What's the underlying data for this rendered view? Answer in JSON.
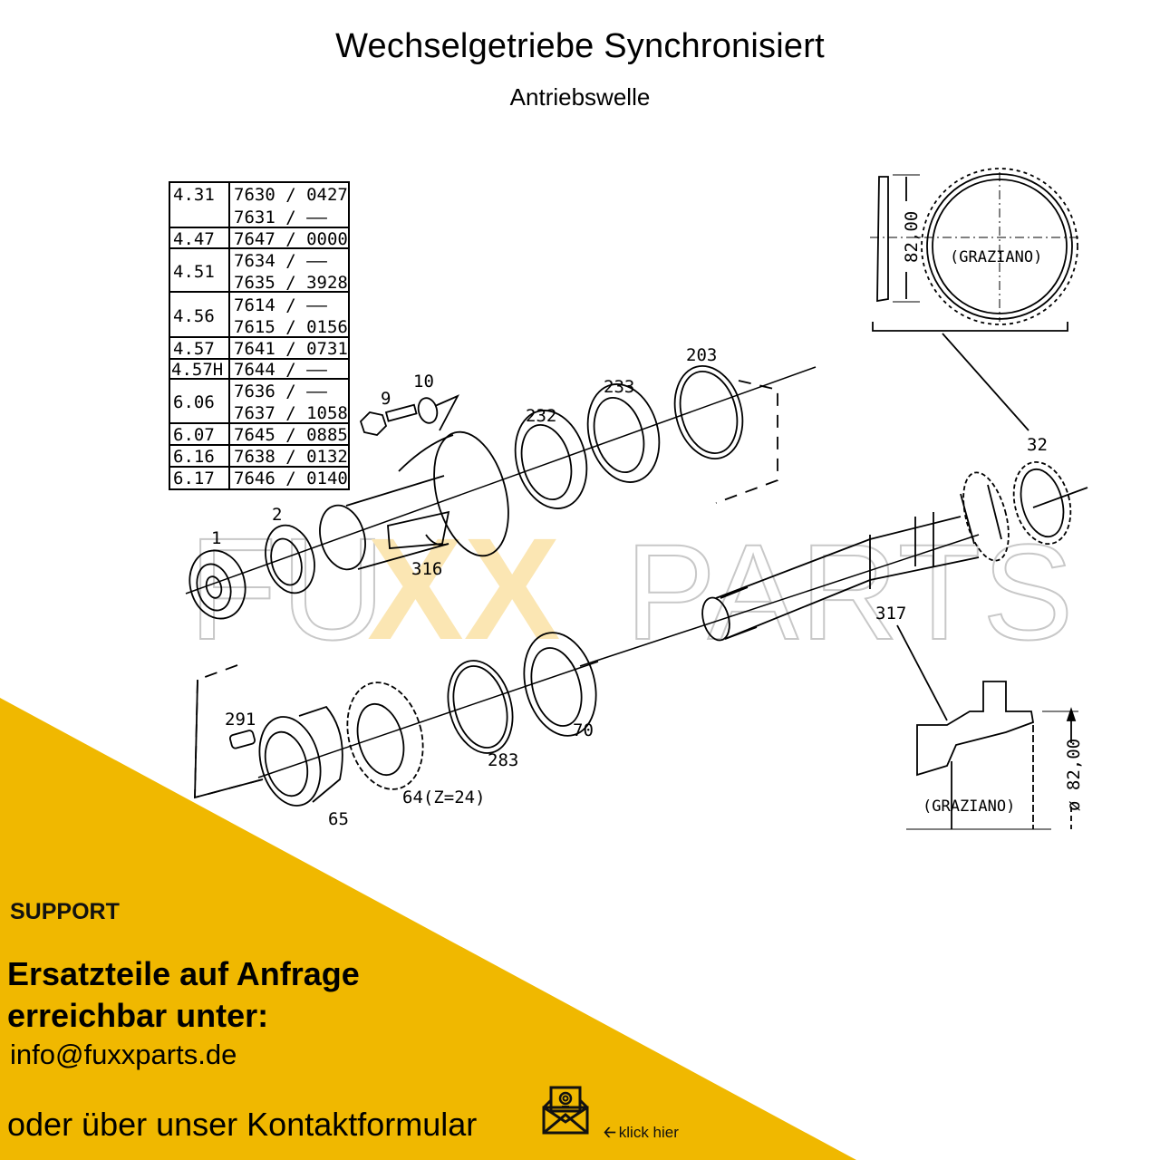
{
  "header": {
    "title": "Wechselgetriebe Synchronisiert",
    "subtitle": "Antriebswelle"
  },
  "parts_table": {
    "rows": [
      {
        "group": "4.31",
        "refs": [
          "7630 / 0427",
          "7631 / ——"
        ]
      },
      {
        "group": "4.47",
        "refs": [
          "7647 / 0000"
        ]
      },
      {
        "group": "4.51",
        "refs": [
          "7634 / ——",
          "7635 / 3928"
        ]
      },
      {
        "group": "4.56",
        "refs": [
          "7614 / ——",
          "7615 / 0156"
        ]
      },
      {
        "group": "4.57",
        "refs": [
          "7641 / 0731"
        ]
      },
      {
        "group": "4.57H",
        "refs": [
          "7644 / ——"
        ]
      },
      {
        "group": "6.06",
        "refs": [
          "7636 / ——",
          "7637 / 1058"
        ]
      },
      {
        "group": "6.07",
        "refs": [
          "7645 / 0885"
        ]
      },
      {
        "group": "6.16",
        "refs": [
          "7638 / 0132"
        ]
      },
      {
        "group": "6.17",
        "refs": [
          "7646 / 0140"
        ]
      }
    ]
  },
  "part_labels": {
    "p1": "1",
    "p2": "2",
    "p9": "9",
    "p10": "10",
    "p32": "32",
    "p64": "64(Z=24)",
    "p65": "65",
    "p70": "70",
    "p203": "203",
    "p232": "232",
    "p233": "233",
    "p283": "283",
    "p291": "291",
    "p316": "316",
    "p317": "317"
  },
  "detail_ring": {
    "dimension": "82,00",
    "maker": "(GRAZIANO)"
  },
  "detail_section": {
    "dimension": "ø 82,00",
    "maker": "(GRAZIANO)"
  },
  "watermark": {
    "left": "FU",
    "middle": "XX",
    "right": "PARTS"
  },
  "support": {
    "label": "SUPPORT",
    "headline_line1": "Ersatzteile auf Anfrage",
    "headline_line2": "erreichbar unter:",
    "email": "info@fuxxparts.de",
    "contact_text": "oder über unser Kontaktformular",
    "envelope_icon": "envelope-at-icon",
    "arrow_icon": "arrow-left-icon",
    "klick_label": "klick hier"
  },
  "colors": {
    "band": "#f0b800",
    "watermark_fill": "#fbe6b3",
    "watermark_outline": "#c8c8c8",
    "ink": "#000000"
  }
}
